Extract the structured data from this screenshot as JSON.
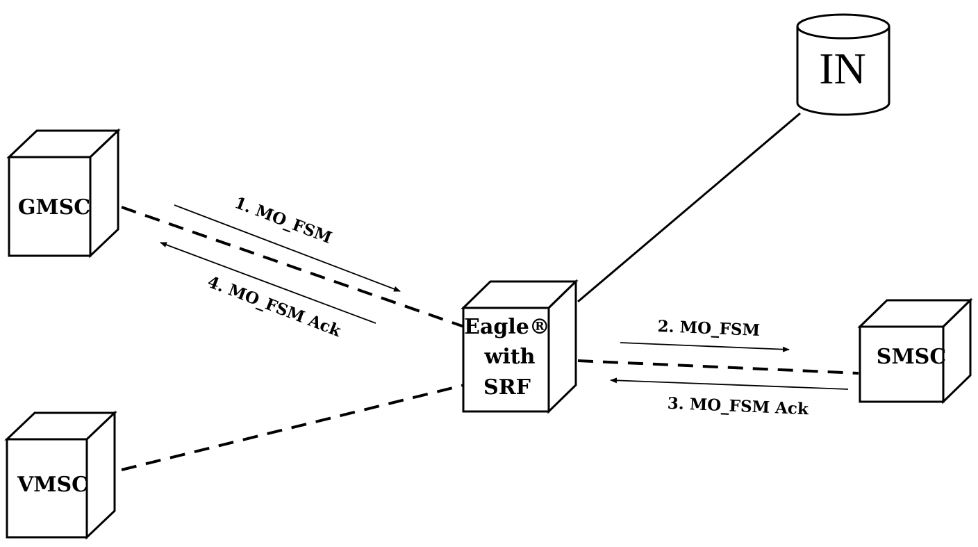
{
  "nodes": {
    "gmsc": {
      "label": "GMSC"
    },
    "vmsc": {
      "label": "VMSC"
    },
    "eagle": {
      "line1": "Eagle®",
      "line2": "with",
      "line3": "SRF"
    },
    "smsc": {
      "label": "SMSC"
    },
    "in": {
      "label": "IN"
    }
  },
  "messages": {
    "m1": "1. MO_FSM",
    "m2": "2. MO_FSM",
    "m3": "3. MO_FSM Ack",
    "m4": "4. MO_FSM Ack"
  }
}
